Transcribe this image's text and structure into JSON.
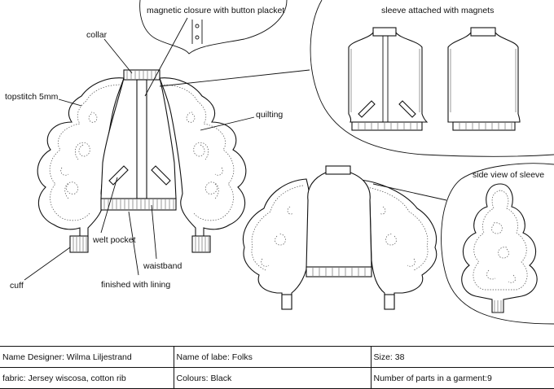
{
  "labels": {
    "magnetic_closure": "magnetic closure with button placket",
    "collar": "collar",
    "topstitch": "topstitch 5mm",
    "quilting": "quilting",
    "welt_pocket": "welt pocket",
    "waistband": "waistband",
    "finished_lining": "finished with lining",
    "cuff": "cuff",
    "sleeve_magnets": "sleeve attached with magnets",
    "side_view": "side view of sleeve"
  },
  "info": {
    "designer": "Name Designer: Wilma Liljestrand",
    "label": "Name of labe: Folks",
    "size": "Size: 38",
    "fabric": "fabric: Jersey wiscosa, cotton rib",
    "colours": "Colours: Black",
    "parts": "Number of parts in a garment:9"
  },
  "colors": {
    "line": "#111111",
    "background": "#ffffff"
  }
}
